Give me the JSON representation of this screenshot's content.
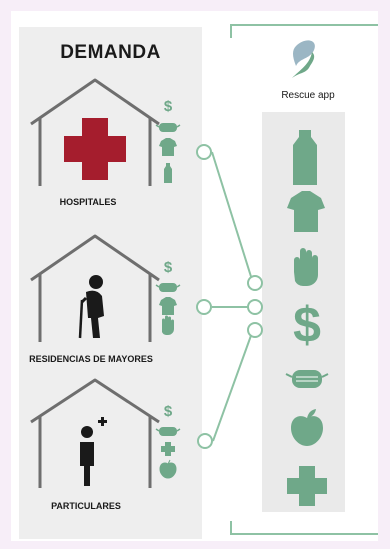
{
  "left": {
    "title": "DEMANDA",
    "groups": [
      {
        "label": "HOSPITALES",
        "needs": [
          "dollar-icon",
          "mask-icon",
          "shirt-icon",
          "bottle-icon"
        ]
      },
      {
        "label": "RESIDENCIAS DE MAYORES",
        "needs": [
          "dollar-icon",
          "mask-icon",
          "shirt-icon",
          "hand-icon"
        ]
      },
      {
        "label": "PARTICULARES",
        "needs": [
          "dollar-icon",
          "mask-icon",
          "cross-icon",
          "apple-icon"
        ]
      }
    ]
  },
  "right": {
    "app_name": "Rescue app",
    "resources": [
      "bottle-icon",
      "shirt-icon",
      "hand-icon",
      "dollar-icon",
      "mask-icon",
      "apple-icon",
      "cross-icon"
    ]
  },
  "colors": {
    "page_bg": "#f7eef8",
    "panel_bg": "#eeeeee",
    "accent_green": "#6fa889",
    "connector_green": "#8ec2a4",
    "hospital_red": "#a51d2d",
    "house_outline": "#6e6e6e",
    "dark_text": "#1a1a1a"
  }
}
